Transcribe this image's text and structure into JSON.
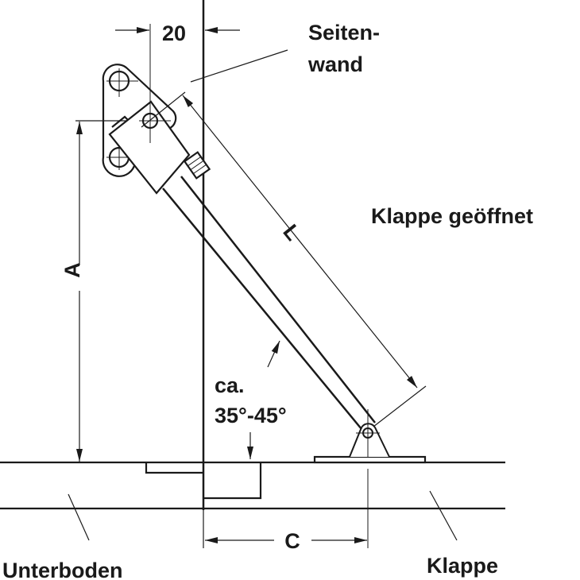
{
  "labels": {
    "dim_20": "20",
    "side_wall_line1": "Seiten-",
    "side_wall_line2": "wand",
    "flap_open": "Klappe geöffnet",
    "dim_L": "L",
    "dim_A": "A",
    "dim_C": "C",
    "angle_prefix": "ca.",
    "angle_range": "35°-45°",
    "bottom_panel": "Unterboden",
    "flap": "Klappe"
  },
  "colors": {
    "line": "#1a1a1a",
    "background": "#ffffff"
  }
}
